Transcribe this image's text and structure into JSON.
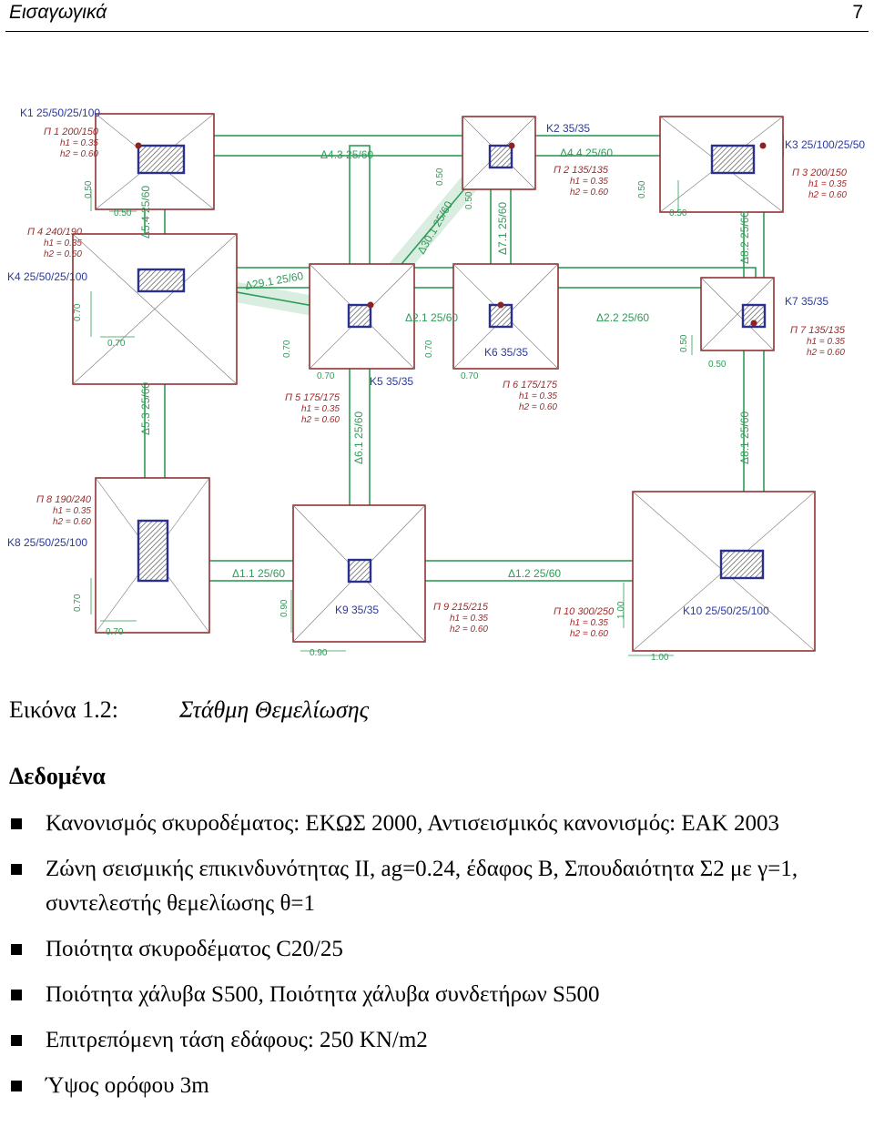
{
  "header": {
    "chapter": "Εισαγωγικά",
    "page_number": "7"
  },
  "plan": {
    "colors": {
      "footing": "#8b2323",
      "column": "#2b2f8f",
      "beam": "#2e9c57",
      "text_red": "#a52a2a",
      "text_green": "#2e9c57",
      "text_blue": "#2b3a9b"
    },
    "footings": [
      {
        "label": "Π 1 200/150",
        "h1": "h1 = 0.35",
        "h2": "h2 = 0.60"
      },
      {
        "label": "Π 2 135/135",
        "h1": "h1 = 0.35",
        "h2": "h2 = 0.60"
      },
      {
        "label": "Π 3 200/150",
        "h1": "h1 = 0.35",
        "h2": "h2 = 0.60"
      },
      {
        "label": "Π 4 240/190",
        "h1": "h1 = 0.35",
        "h2": "h2 = 0.60"
      },
      {
        "label": "Π 5 175/175",
        "h1": "h1 = 0.35",
        "h2": "h2 = 0.60"
      },
      {
        "label": "Π 6 175/175",
        "h1": "h1 = 0.35",
        "h2": "h2 = 0.60"
      },
      {
        "label": "Π 7 135/135",
        "h1": "h1 = 0.35",
        "h2": "h2 = 0.60"
      },
      {
        "label": "Π 8 190/240",
        "h1": "h1 = 0.35",
        "h2": "h2 = 0.60"
      },
      {
        "label": "Π 9 215/215",
        "h1": "h1 = 0.35",
        "h2": "h2 = 0.60"
      },
      {
        "label": "Π 10 300/250",
        "h1": "h1 = 0.35",
        "h2": "h2 = 0.60"
      }
    ],
    "columns": [
      "Κ1 25/50/25/100",
      "Κ2 35/35",
      "Κ3 25/100/25/50",
      "Κ4 25/50/25/100",
      "Κ5 35/35",
      "Κ6 35/35",
      "Κ7 35/35",
      "Κ8 25/50/25/100",
      "Κ9 35/35",
      "Κ10 25/50/25/100"
    ],
    "beams": [
      "Δ4.3 25/60",
      "Δ4.4 25/60",
      "Δ5.4 25/60",
      "Δ30.1 25/60",
      "Δ7.1 25/60",
      "Δ8.2 25/60",
      "Δ29.1 25/60",
      "Δ2.1 25/60",
      "Δ2.2 25/60",
      "Δ5.3 25/60",
      "Δ6.1 25/60",
      "Δ8.1 25/60",
      "Δ1.1 25/60",
      "Δ1.2 25/60"
    ],
    "dims": [
      "0.50",
      "0.70",
      "0.90",
      "1.00"
    ]
  },
  "caption": {
    "number": "Εικόνα 1.2:",
    "title": "Στάθμη Θεμελίωσης"
  },
  "section_title": "Δεδομένα",
  "items": [
    "Κανονισμός σκυροδέματος: ΕΚΩΣ 2000, Αντισεισμικός κανονισμός: ΕΑΚ 2003",
    "Ζώνη σεισμικής επικινδυνότητας ΙΙ, ag=0.24, έδαφος Β, Σπουδαιότητα Σ2 με γ=1, συντελεστής θεμελίωσης θ=1",
    "Ποιότητα σκυροδέματος C20/25",
    "Ποιότητα χάλυβα S500, Ποιότητα χάλυβα συνδετήρων S500",
    "Επιτρεπόμενη τάση εδάφους: 250 KN/m2",
    "Ύψος ορόφου 3m"
  ]
}
